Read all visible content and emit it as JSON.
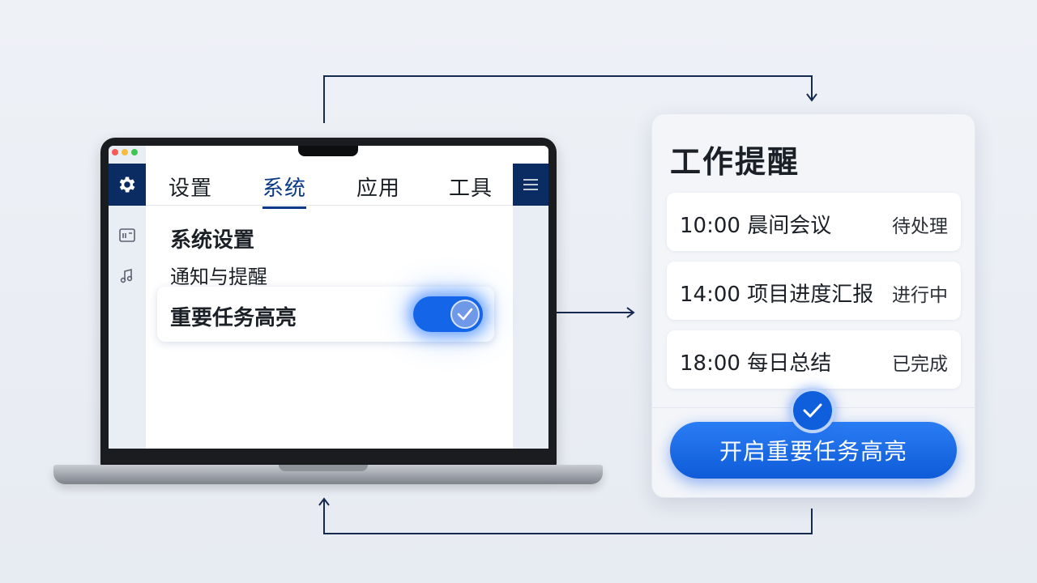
{
  "laptop": {
    "nav_tabs": [
      {
        "label": "设置"
      },
      {
        "label": "系统",
        "active": true
      },
      {
        "label": "应用"
      },
      {
        "label": "工具"
      }
    ],
    "section_title": "系统设置",
    "section_subtitle": "通知与提醒",
    "highlight_setting": {
      "label": "重要任务高亮",
      "enabled": true
    },
    "icons": {
      "settings": "gear-icon",
      "menu": "hamburger-menu-icon",
      "rail_top": "window-icon",
      "rail_bottom": "music-note-icon"
    }
  },
  "reminder_card": {
    "title": "工作提醒",
    "tasks": [
      {
        "text": "10:00 晨间会议",
        "status": "待处理"
      },
      {
        "text": "14:00 项目进度汇报",
        "status": "进行中"
      },
      {
        "text": "18:00 每日总结",
        "status": "已完成"
      }
    ],
    "button_label": "开启重要任务高亮"
  },
  "colors": {
    "accent": "#1565e8",
    "navy": "#0b2b63",
    "background": "#eef1f6"
  }
}
